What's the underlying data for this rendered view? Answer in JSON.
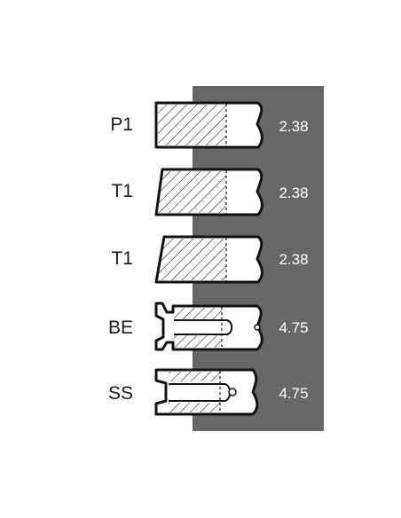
{
  "colors": {
    "band": "#676767",
    "ring_fill": "#ffffff",
    "ring_stroke": "#111111",
    "label_text": "#1a1a1a",
    "value_text": "#ffffff"
  },
  "rings": [
    {
      "label": "P1",
      "value": "2.38",
      "profile": "rectangular"
    },
    {
      "label": "T1",
      "value": "2.38",
      "profile": "taper-face"
    },
    {
      "label": "T1",
      "value": "2.38",
      "profile": "taper-face"
    },
    {
      "label": "BE",
      "value": "4.75",
      "profile": "oil-control-bevelled"
    },
    {
      "label": "SS",
      "value": "4.75",
      "profile": "oil-control-slotted"
    }
  ]
}
